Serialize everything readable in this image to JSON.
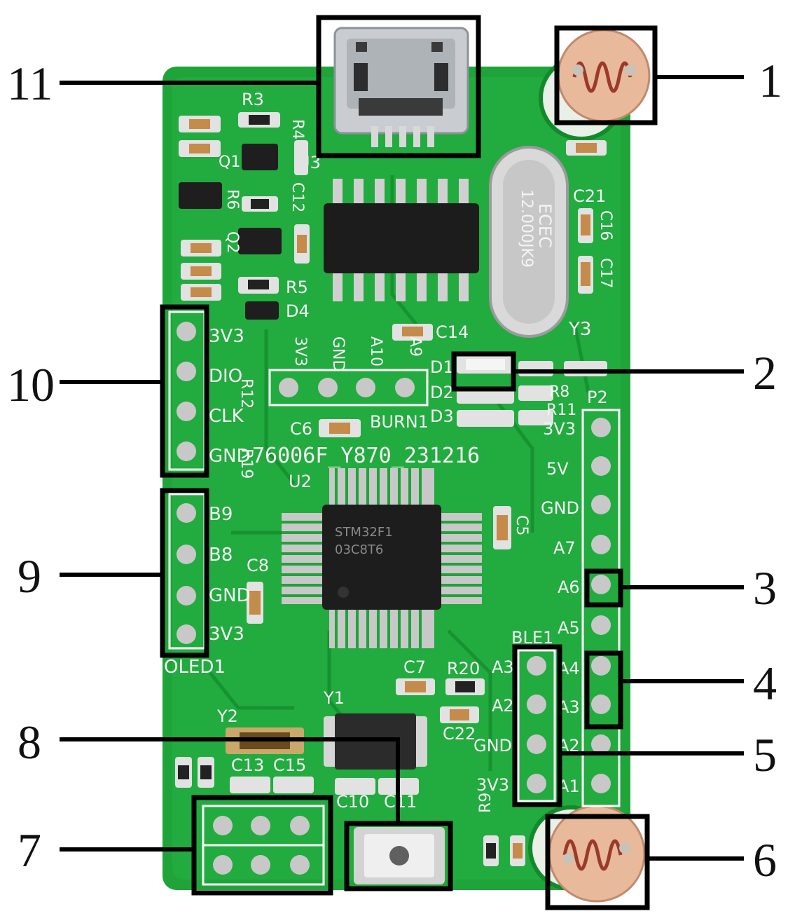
{
  "callouts": [
    {
      "id": "1",
      "label": "1"
    },
    {
      "id": "2",
      "label": "2"
    },
    {
      "id": "3",
      "label": "3"
    },
    {
      "id": "4",
      "label": "4"
    },
    {
      "id": "5",
      "label": "5"
    },
    {
      "id": "6",
      "label": "6"
    },
    {
      "id": "7",
      "label": "7"
    },
    {
      "id": "8",
      "label": "8"
    },
    {
      "id": "9",
      "label": "9"
    },
    {
      "id": "10",
      "label": "10"
    },
    {
      "id": "11",
      "label": "11"
    }
  ],
  "silkscreen": {
    "board_id": "76006F_Y870_231216",
    "u2": "U2",
    "u3": "U3",
    "y1": "Y1",
    "y2": "Y2",
    "y3": "Y3",
    "crystal_brand": "ECEC",
    "crystal_freq": "12.000JK9",
    "burn": "BURN1",
    "burn_pins": [
      "3V3",
      "GND",
      "A10",
      "A9"
    ],
    "oled": "OLED1",
    "oled_pins": [
      "B9",
      "B8",
      "GND",
      "3V3"
    ],
    "sensor_pins": [
      "3V3",
      "DIO",
      "CLK",
      "GND"
    ],
    "ble": "BLE1",
    "ble_pins": [
      "A3",
      "A2",
      "GND",
      "3V3"
    ],
    "p2": "P2",
    "p2_pins": [
      "3V3",
      "5V",
      "GND",
      "A7",
      "A6",
      "A5",
      "A4",
      "A3",
      "A2",
      "A1"
    ],
    "r3": "R3",
    "r4": "R4",
    "r5": "R5",
    "r6": "R6",
    "r8": "R8",
    "r9": "R9",
    "r11": "R11",
    "r12": "R12",
    "r19": "R19",
    "r20": "R20",
    "c5": "C5",
    "c6": "C6",
    "c7": "C7",
    "c8": "C8",
    "c10": "C10",
    "c11": "C11",
    "c12": "C12",
    "c13": "C13",
    "c14": "C14",
    "c15": "C15",
    "c16": "C16",
    "c17": "C17",
    "c21": "C21",
    "c22": "C22",
    "d1": "D1",
    "d2": "D2",
    "d3": "D3",
    "d4": "D4",
    "q1": "Q1",
    "q2": "Q2",
    "chip_line1": "STM32F1",
    "chip_line2": "03C8T6"
  }
}
